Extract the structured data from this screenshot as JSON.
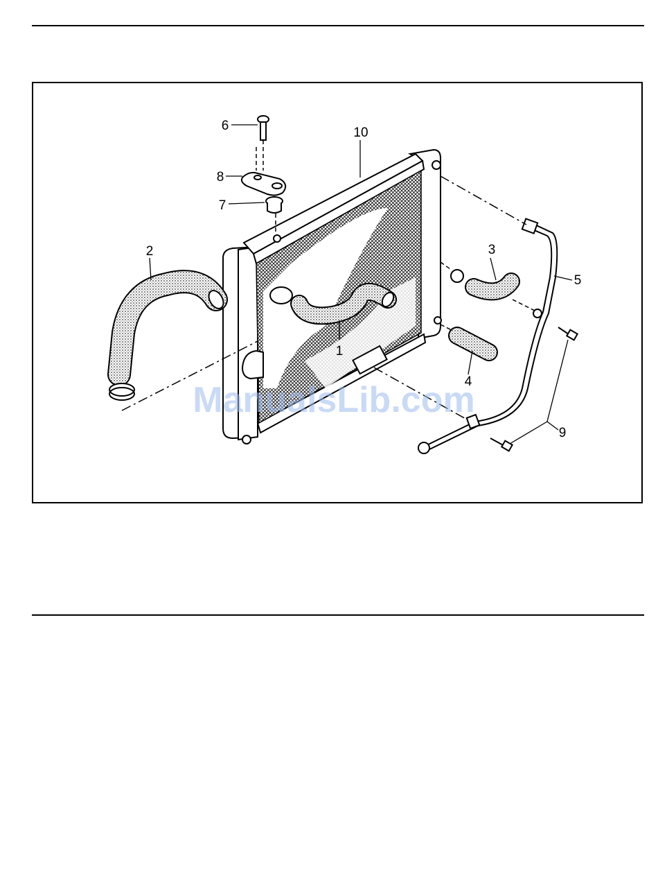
{
  "watermark": "ManualsLib.com",
  "callouts": {
    "c1": "1",
    "c2": "2",
    "c3": "3",
    "c4": "4",
    "c5": "5",
    "c6": "6",
    "c7": "7",
    "c8": "8",
    "c9": "9",
    "c10": "10"
  },
  "parts": {
    "radiator": "radiator",
    "top_hose": "hose",
    "left_hose": "hose",
    "right_hose": "hose",
    "lower_hose": "hose",
    "bleed_pipe": "pipe",
    "bolt": "bolt",
    "bracket": "bracket",
    "grommet": "grommet",
    "screws": "screws",
    "hose_clip": "clip"
  }
}
